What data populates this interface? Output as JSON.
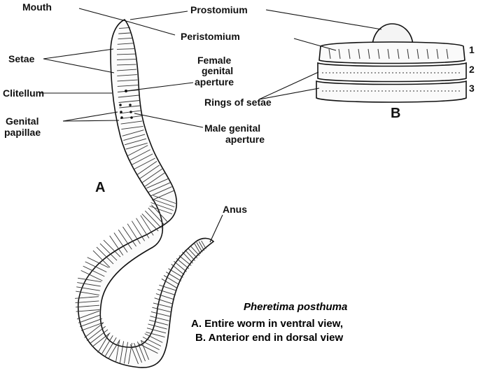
{
  "labels": {
    "mouth": "Mouth",
    "prostomium": "Prostomium",
    "peristomium": "Peristomium",
    "setae": "Setae",
    "female_line1": "Female",
    "female_line2": "genital",
    "female_line3": "aperture",
    "clitellum": "Clitellum",
    "papillae_line1": "Genital",
    "papillae_line2": "papillae",
    "male_line1": "Male genital",
    "male_line2": "aperture",
    "rings": "Rings of setae",
    "anus": "Anus",
    "fig_a": "A",
    "fig_b": "B",
    "ring1": "1",
    "ring2": "2",
    "ring3": "3"
  },
  "caption": {
    "species": "Pheretima posthuma",
    "line_a": "A. Entire worm in ventral view,",
    "line_b": "B. Anterior end in dorsal view"
  },
  "colors": {
    "ink": "#111111",
    "background": "#ffffff"
  }
}
